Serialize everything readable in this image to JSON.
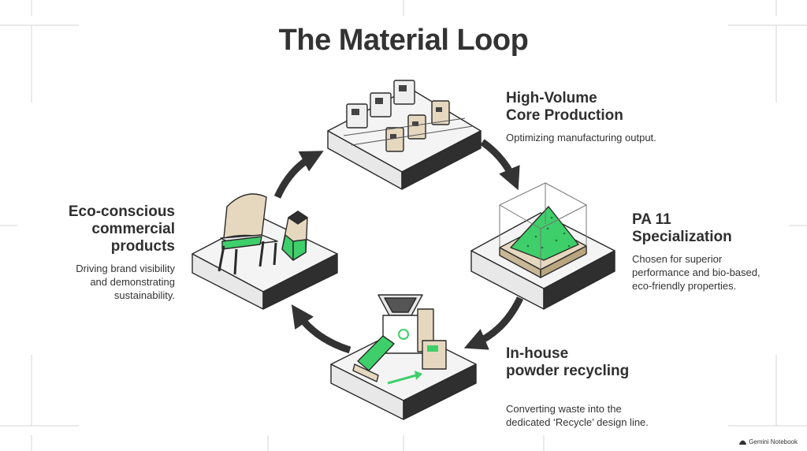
{
  "title": "The Material Loop",
  "stages": {
    "top": {
      "title_line1": "High-Volume",
      "title_line2": "Core Production",
      "description": "Optimizing manufacturing output."
    },
    "right": {
      "title_line1": "PA 11",
      "title_line2": "Specialization",
      "description_line1": "Chosen for superior",
      "description_line2": "performance and bio-based,",
      "description_line3": "eco-friendly properties."
    },
    "bottom": {
      "title_line1": "In-house",
      "title_line2": "powder recycling",
      "description_line1": "Converting waste into the",
      "description_line2": "dedicated ‘Recycle’ design line."
    },
    "left": {
      "title_line1": "Eco-conscious",
      "title_line2": "commercial",
      "title_line3": "products",
      "description_line1": "Driving brand visibility",
      "description_line2": "and demonstrating",
      "description_line3": "sustainability."
    }
  },
  "watermark": "Gemini Notebook",
  "colors": {
    "accent_green": "#3ecf6a",
    "tan": "#e6d8bf",
    "arrow": "#333333",
    "outline": "#2a2a2a"
  },
  "icons": {
    "top": "factory-machines-icon",
    "right": "powder-pile-icon",
    "bottom": "recycling-machine-icon",
    "left": "chair-and-vase-icon",
    "watermark": "notebook-logo-icon"
  }
}
